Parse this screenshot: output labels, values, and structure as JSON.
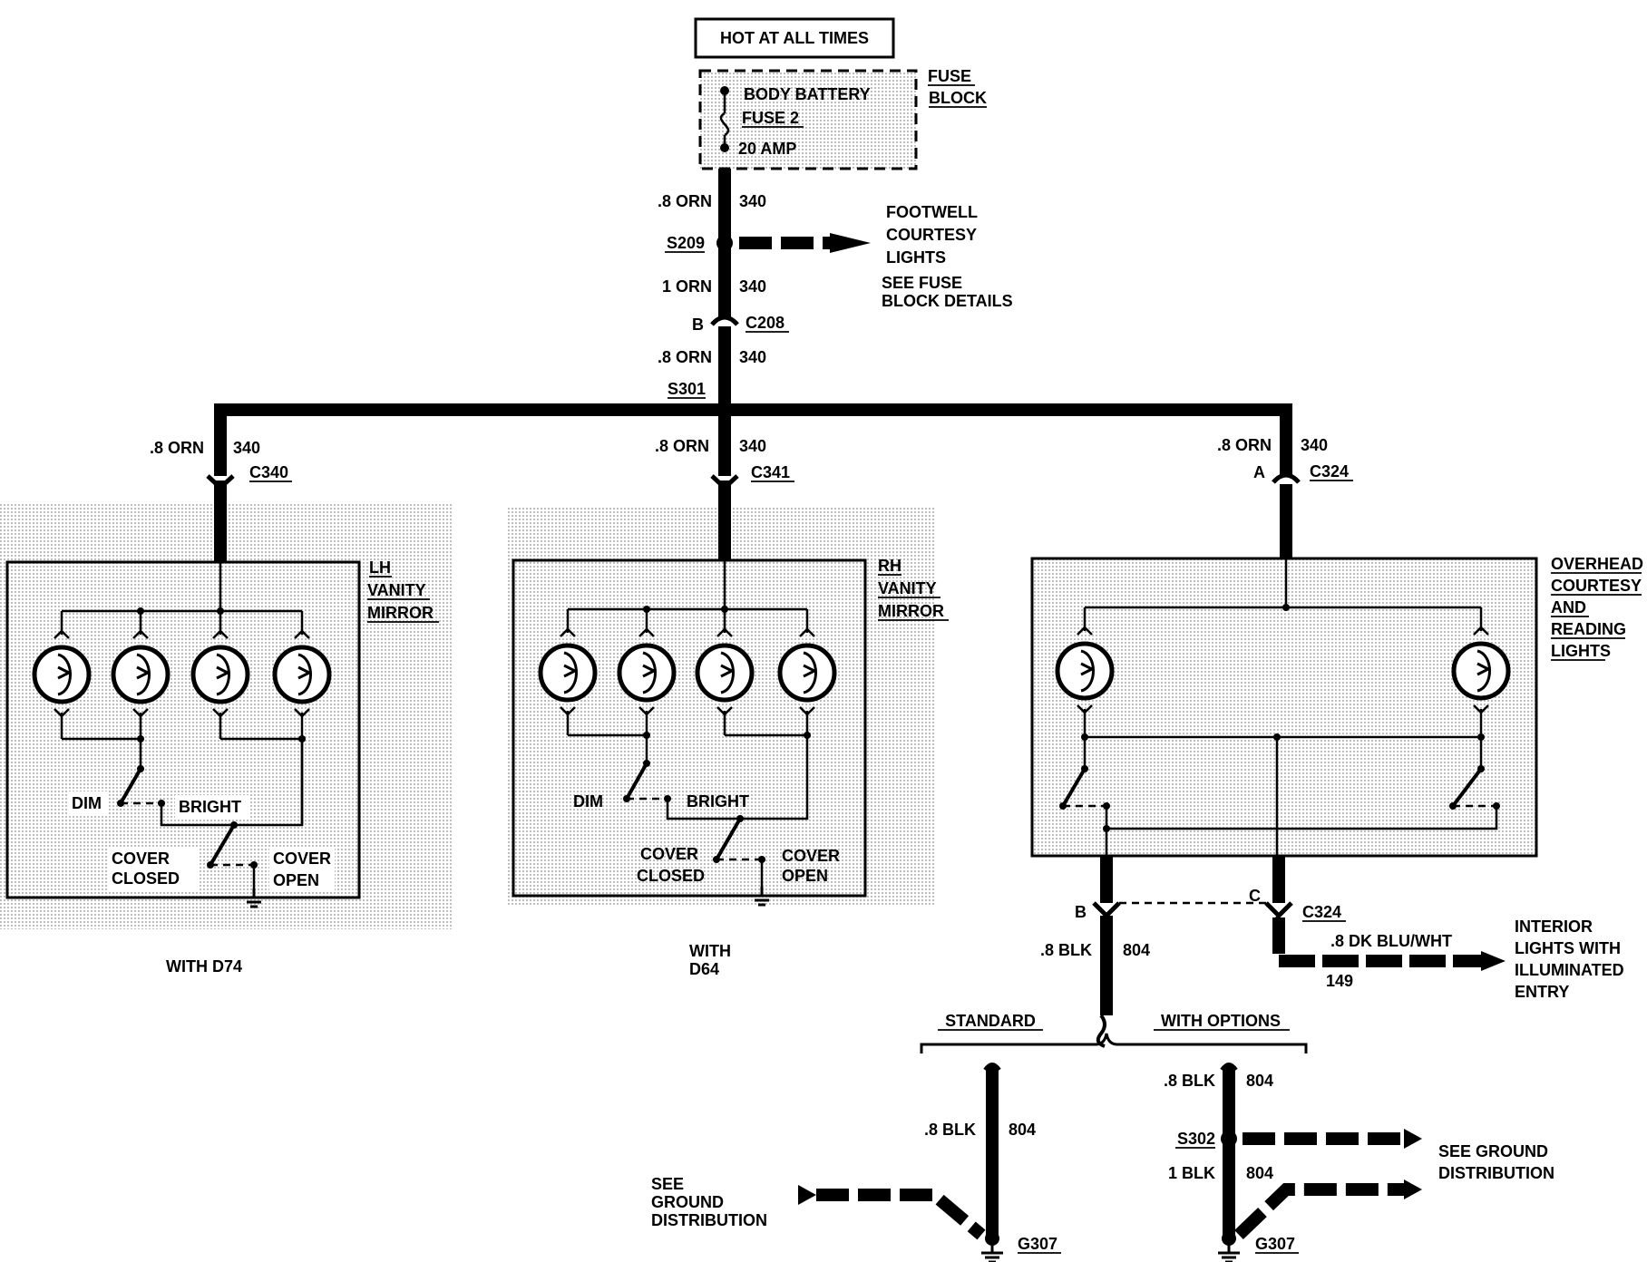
{
  "power": {
    "hot_label": "HOT AT ALL TIMES",
    "fuse_name_1": "BODY BATTERY",
    "fuse_name_2": "FUSE 2",
    "fuse_rating": "20 AMP",
    "fuse_block_1": "FUSE",
    "fuse_block_2": "BLOCK"
  },
  "feed": {
    "w1_gauge": ".8 ORN",
    "w1_circuit": "340",
    "s209": "S209",
    "footwell_1": "FOOTWELL",
    "footwell_2": "COURTESY",
    "footwell_3": "LIGHTS",
    "fuse_details_1": "SEE FUSE",
    "fuse_details_2": "BLOCK DETAILS",
    "w2_gauge": "1 ORN",
    "w2_circuit": "340",
    "c208_pin": "B",
    "c208": "C208",
    "w3_gauge": ".8 ORN",
    "w3_circuit": "340",
    "s301": "S301"
  },
  "lh": {
    "gauge": ".8 ORN",
    "circuit": "340",
    "connector": "C340",
    "name_1": "LH",
    "name_2": "VANITY",
    "name_3": "MIRROR",
    "dim": "DIM",
    "bright": "BRIGHT",
    "cover_closed_1": "COVER",
    "cover_closed_2": "CLOSED",
    "cover_open_1": "COVER",
    "cover_open_2": "OPEN",
    "option": "WITH D74"
  },
  "rh": {
    "gauge": ".8 ORN",
    "circuit": "340",
    "connector": "C341",
    "name_1": "RH",
    "name_2": "VANITY",
    "name_3": "MIRROR",
    "dim": "DIM",
    "bright": "BRIGHT",
    "cover_closed_1": "COVER",
    "cover_closed_2": "CLOSED",
    "cover_open_1": "COVER",
    "cover_open_2": "OPEN",
    "option_1": "WITH",
    "option_2": "D64"
  },
  "overhead": {
    "gauge": ".8 ORN",
    "circuit": "340",
    "pin_a": "A",
    "connector": "C324",
    "name_1": "OVERHEAD",
    "name_2": "COURTESY",
    "name_3": "AND",
    "name_4": "READING",
    "name_5": "LIGHTS",
    "pin_b": "B",
    "pin_c": "C",
    "connector_2": "C324",
    "out_gauge": ".8 DK BLU/WHT",
    "out_circuit": "149",
    "interior_1": "INTERIOR",
    "interior_2": "LIGHTS WITH",
    "interior_3": "ILLUMINATED",
    "interior_4": "ENTRY"
  },
  "ground": {
    "gauge": ".8 BLK",
    "circuit": "804",
    "standard": "STANDARD",
    "with_options": "WITH OPTIONS",
    "std_gauge": ".8 BLK",
    "std_circuit": "804",
    "see_ground_left_1": "SEE",
    "see_ground_left_2": "GROUND",
    "see_ground_left_3": "DISTRIBUTION",
    "g307_left": "G307",
    "opt_gauge": ".8 BLK",
    "opt_circuit": "804",
    "s302": "S302",
    "opt_gauge_2": "1 BLK",
    "opt_circuit_2": "804",
    "see_ground_right_1": "SEE GROUND",
    "see_ground_right_2": "DISTRIBUTION",
    "g307_right": "G307"
  }
}
